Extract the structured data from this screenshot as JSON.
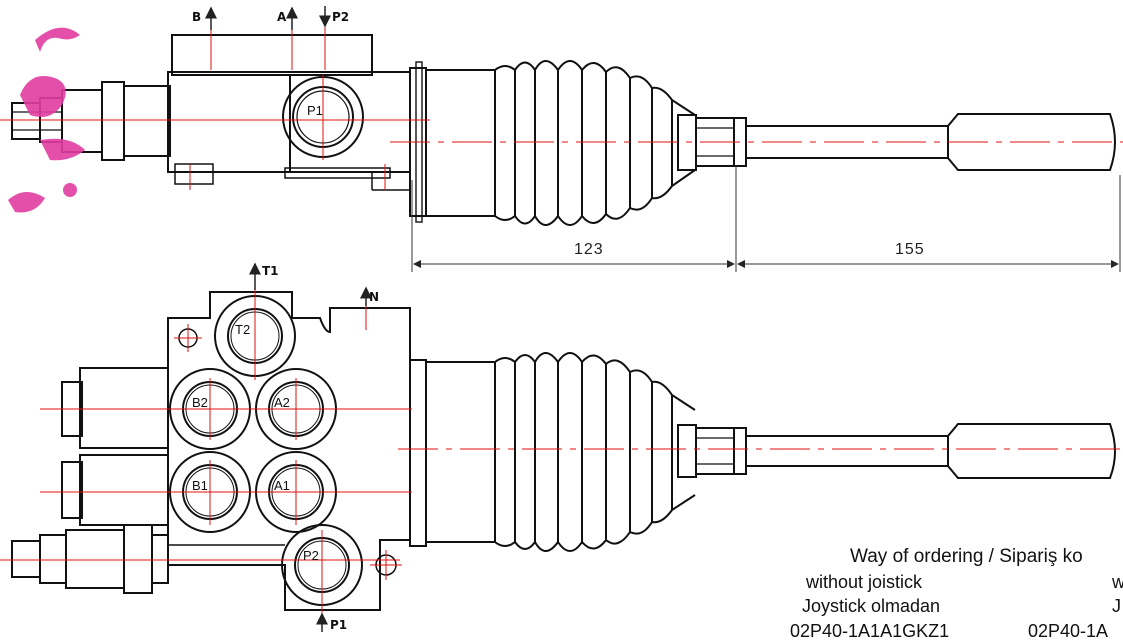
{
  "top_view": {
    "ports": {
      "b": "B",
      "a": "A",
      "p2": "P2",
      "p1": "P1"
    },
    "dimensions": {
      "boot_length": "123",
      "lever_length": "155"
    }
  },
  "bottom_view": {
    "ports": {
      "t1": "T1",
      "n": "N",
      "p1": "P1"
    },
    "cavities": {
      "t2": "T2",
      "b2": "B2",
      "a2": "A2",
      "b1": "B1",
      "a1": "A1",
      "p2": "P2"
    }
  },
  "ordering": {
    "title": "Way of ordering / Sipariş ko",
    "without_en": "without joistick",
    "with_en": "w",
    "without_tr": "Joystick olmadan",
    "with_tr": "J",
    "code_without": "02P40-1A1A1GKZ1",
    "code_with": "02P40-1A"
  },
  "colors": {
    "line": "#111111",
    "centerline": "#e01010",
    "watermark": "#e23ea0"
  }
}
